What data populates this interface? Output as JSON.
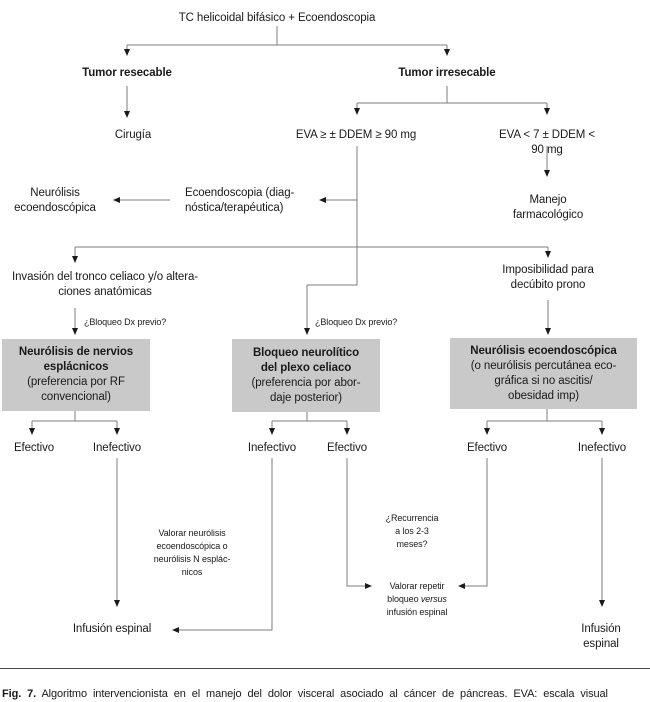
{
  "colors": {
    "box_fill": "#c9c9c9",
    "line": "#7d7d7d",
    "arrow": "#1a1a1a",
    "text": "#1a1a1a"
  },
  "flow": {
    "root": "TC helicoidal bifásico + Ecoendoscopia",
    "resectable": "Tumor resecable",
    "unresectable": "Tumor irresecable",
    "surgery": "Cirugía",
    "eva_high": "EVA ≥ ± DDEM ≥ 90 mg",
    "eva_low": "EVA < 7 ± DDEM < 90 mg",
    "pharmacologic": "Manejo farmacológico",
    "endoscopy": "Ecoendoscopia (diag-\nnóstica/terapéutica)",
    "eus_neurolysis": "Neurólisis\necoendoscópica",
    "celiac_invasion": "Invasión del tronco celiaco y/o altera-\nciones anatómicas",
    "prone_impossible": "Imposibilidad para\ndecúbito prono",
    "dx_block_question": "¿Bloqueo Dx previo?",
    "box_splanchnic": {
      "title": "Neurólisis de nervios\nesplácnicos",
      "detail": "(preferencia por RF\nconvencional)"
    },
    "box_celiac_plexus": {
      "title": "Bloqueo neurolítico\ndel plexo celiaco",
      "detail": "(preferencia por abor-\ndaje posterior)"
    },
    "box_eus": {
      "title": "Neurólisis ecoendoscópica",
      "detail": "(o neurólisis percutánea eco-\ngráfica si no ascitis/\nobesidad imp)"
    },
    "outcome_rows": [
      {
        "left": "Efectivo",
        "right": "Inefectivo"
      },
      {
        "left": "Inefectivo",
        "right": "Efectivo"
      },
      {
        "left": "Efectivo",
        "right": "Inefectivo"
      }
    ],
    "note_consider_neurolysis": "Valorar neurólisis\necoendoscópica o\nneurólisis N esplác-\nnicos",
    "note_recurrence": "¿Recurrencia\na los 2-3\nmeses?",
    "note_repeat_block": {
      "pre": "Valorar repetir\nbloqueo ",
      "italic": "versus",
      "post": "\ninfusión espinal"
    },
    "spinal_infusion": "Infusión espinal"
  },
  "caption": {
    "label": "Fig. 7.",
    "text": " Algoritmo intervencionista en el manejo del dolor visceral asociado al cáncer de páncreas. EVA: escala visual\nanalógica; DDEM: dosis diaria equivalente de morfina."
  }
}
